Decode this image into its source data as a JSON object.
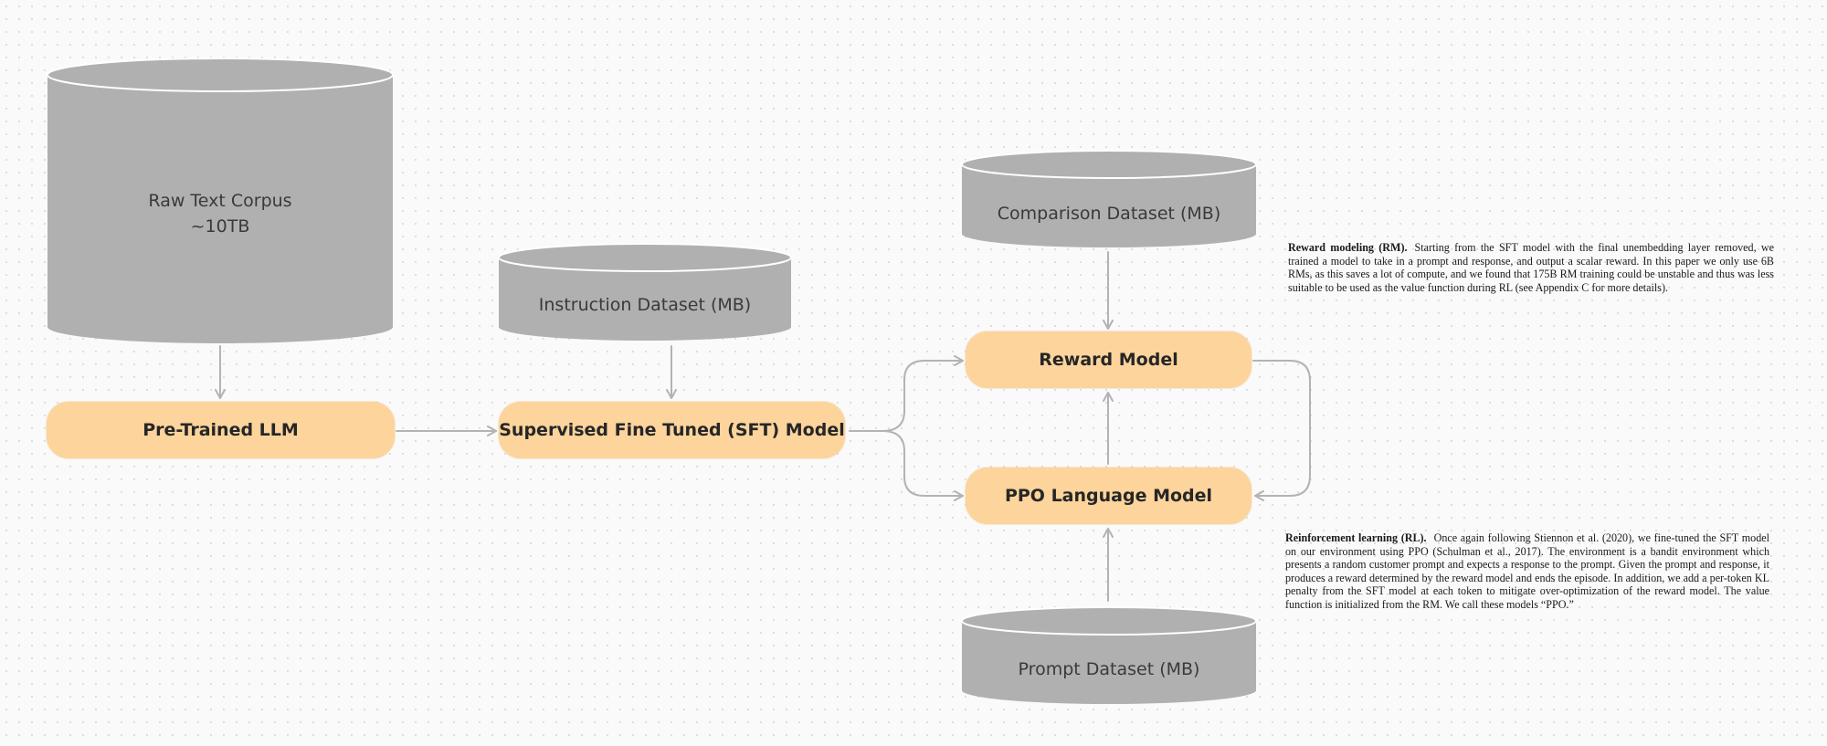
{
  "datasets": {
    "raw_text_corpus": {
      "line1": "Raw Text Corpus",
      "line2": "~10TB"
    },
    "instruction_dataset": "Instruction Dataset (MB)",
    "comparison_dataset": "Comparison Dataset (MB)",
    "prompt_dataset": "Prompt Dataset (MB)"
  },
  "models": {
    "pretrained_llm": "Pre-Trained LLM",
    "sft_model": "Supervised Fine Tuned (SFT) Model",
    "reward_model": "Reward Model",
    "ppo_model": "PPO Language Model"
  },
  "colors": {
    "cylinder": "#b0b0b0",
    "model_fill": "#fcd49c",
    "arrow": "#b3b3b3"
  },
  "text": {
    "reward_modeling": {
      "heading": "Reward modeling (RM).",
      "body": "Starting from the SFT model with the final unembedding layer removed, we trained a model to take in a prompt and response, and output a scalar reward. In this paper we only use 6B RMs, as this saves a lot of compute, and we found that 175B RM training could be unstable and thus was less suitable to be used as the value function during RL (see Appendix C for more details)."
    },
    "reinforcement_learning": {
      "heading": "Reinforcement learning (RL).",
      "body": "Once again following Stiennon et al. (2020), we fine-tuned the SFT model on our environment using PPO (Schulman et al., 2017). The environment is a bandit environment which presents a random customer prompt and expects a response to the prompt. Given the prompt and response, it produces a reward determined by the reward model and ends the episode. In addition, we add a per-token KL penalty from the SFT model at each token to mitigate over-optimization of the reward model. The value function is initialized from the RM. We call these models “PPO.”"
    }
  }
}
